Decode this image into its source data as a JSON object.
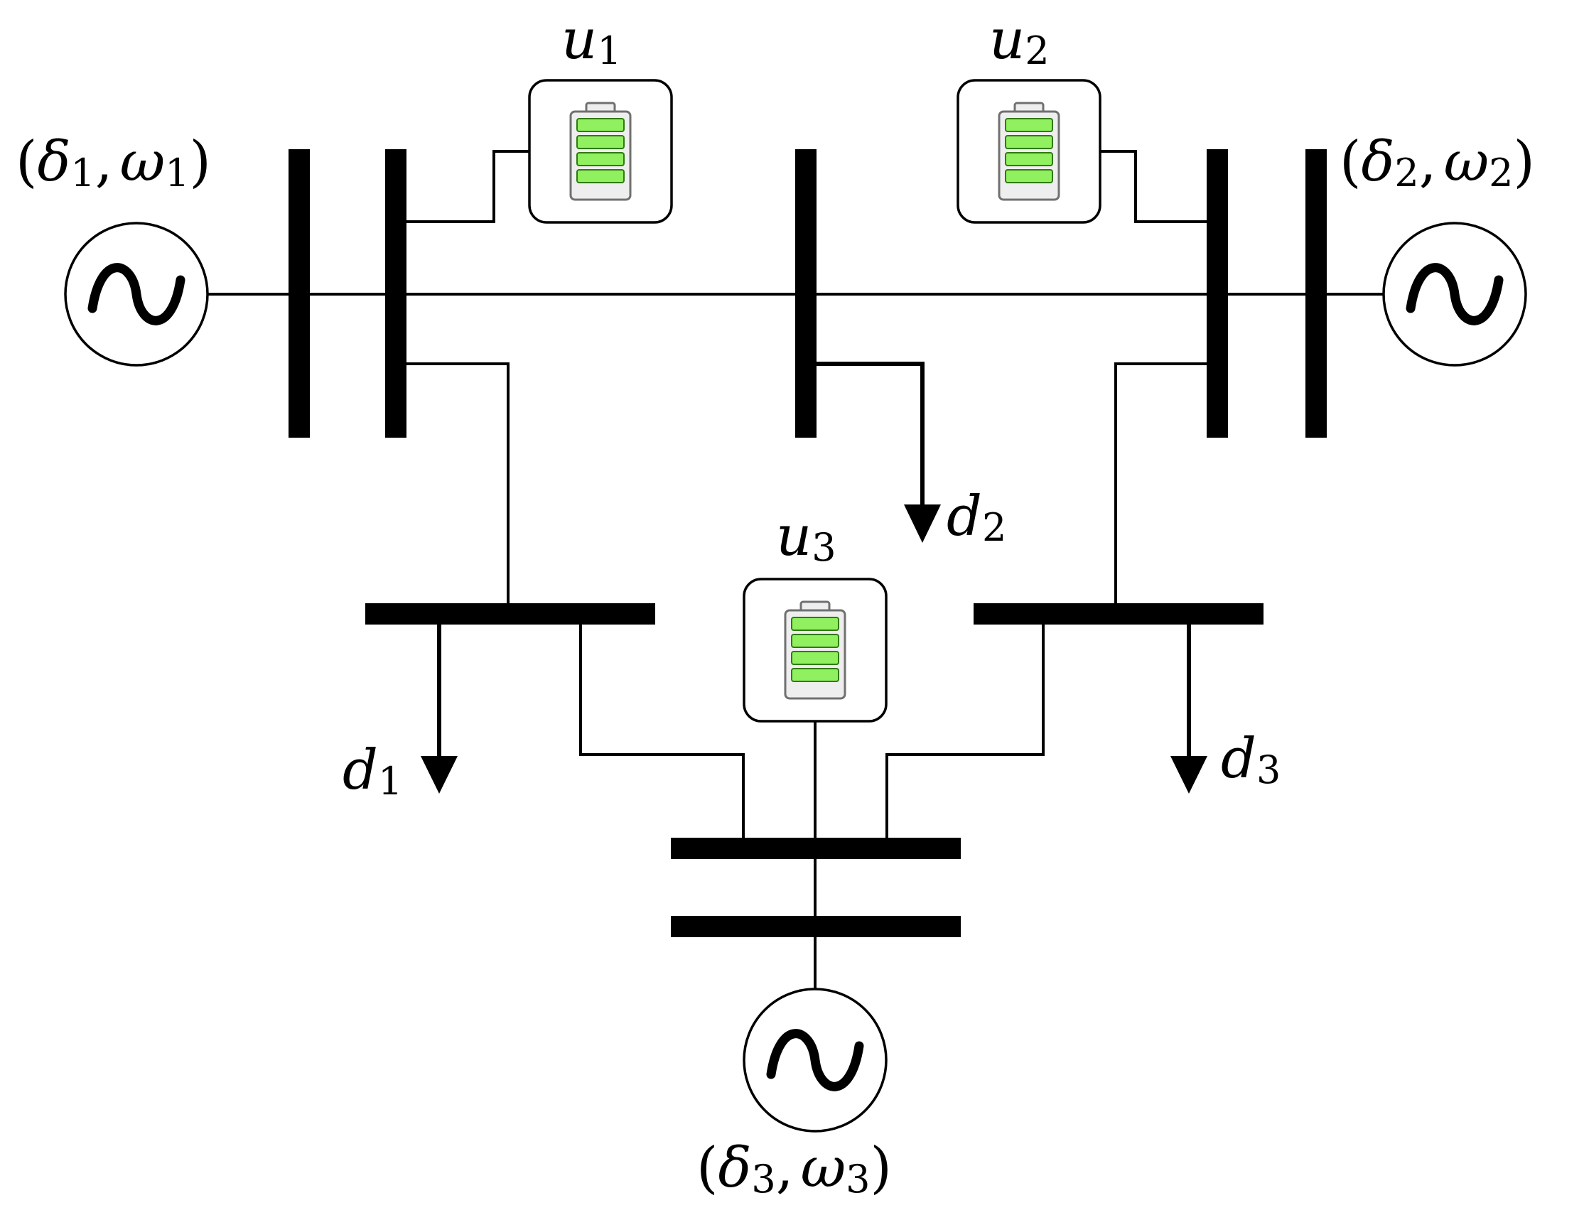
{
  "colors": {
    "line": "#000000",
    "battery_cell": "#90f060",
    "battery_cell_border": "#2f7a10",
    "battery_shell": "#707070"
  },
  "generators": [
    {
      "id": "G1",
      "state": {
        "open": "(",
        "delta": "δ",
        "delta_sub": "1",
        "sep": ",",
        "omega": "ω",
        "omega_sub": "1",
        "close": ")"
      }
    },
    {
      "id": "G2",
      "state": {
        "open": "(",
        "delta": "δ",
        "delta_sub": "2",
        "sep": ",",
        "omega": "ω",
        "omega_sub": "2",
        "close": ")"
      }
    },
    {
      "id": "G3",
      "state": {
        "open": "(",
        "delta": "δ",
        "delta_sub": "3",
        "sep": ",",
        "omega": "ω",
        "omega_sub": "3",
        "close": ")"
      }
    }
  ],
  "batteries": [
    {
      "id": "u1",
      "label": "u",
      "sub": "1",
      "icon": "battery-icon"
    },
    {
      "id": "u2",
      "label": "u",
      "sub": "2",
      "icon": "battery-icon"
    },
    {
      "id": "u3",
      "label": "u",
      "sub": "3",
      "icon": "battery-icon"
    }
  ],
  "loads": [
    {
      "id": "d1",
      "label": "d",
      "sub": "1"
    },
    {
      "id": "d2",
      "label": "d",
      "sub": "2"
    },
    {
      "id": "d3",
      "label": "d",
      "sub": "3"
    }
  ]
}
